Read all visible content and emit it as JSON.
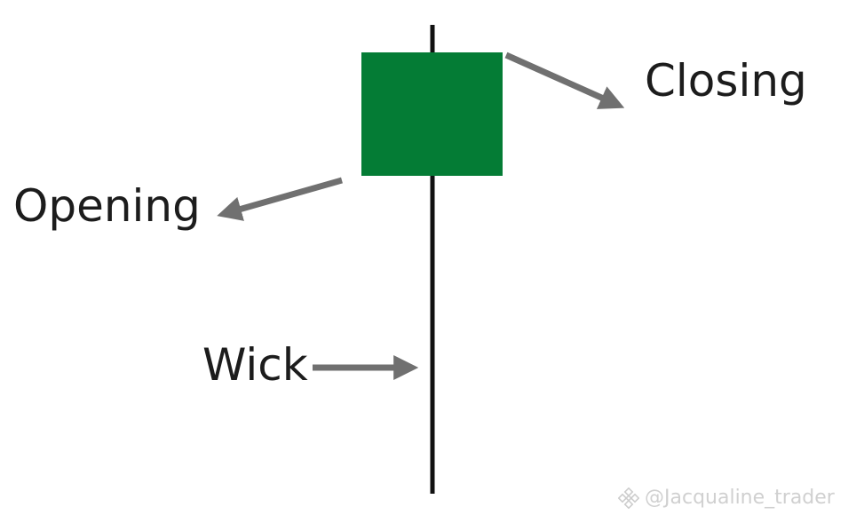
{
  "labels": {
    "closing": "Closing",
    "opening": "Opening",
    "wick": "Wick"
  },
  "watermark": {
    "text": "@Jacqualine_trader",
    "icon": "binance-logo-icon"
  },
  "colors": {
    "candle_body": "#047c35",
    "wick": "#111111",
    "arrow": "#707070",
    "text": "#1c1c1c",
    "watermark": "#cdcdcd"
  }
}
